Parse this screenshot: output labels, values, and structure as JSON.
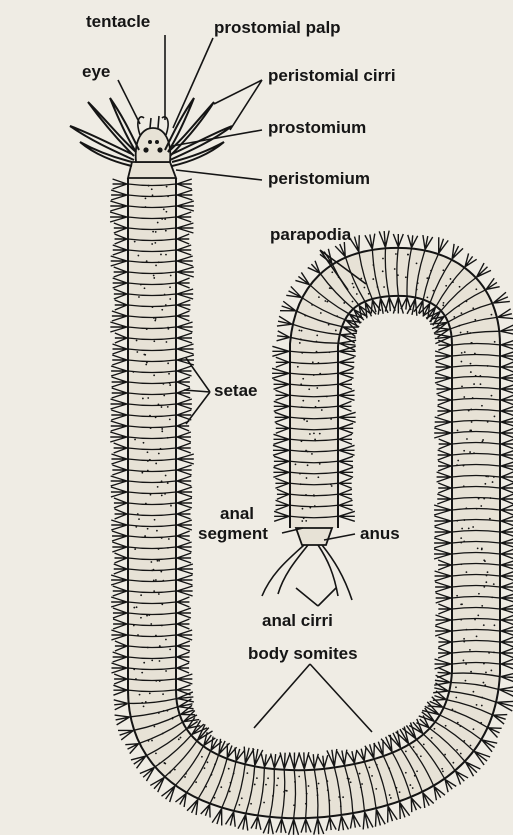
{
  "labels": {
    "tentacle": "tentacle",
    "prostomial_palp": "prostomial palp",
    "eye": "eye",
    "peristomial_cirri": "peristomial cirri",
    "prostomium": "prostomium",
    "peristomium": "peristomium",
    "parapodia": "parapodia",
    "setae": "setae",
    "anal_segment_line1": "anal",
    "anal_segment_line2": "segment",
    "anus": "anus",
    "anal_cirri": "anal cirri",
    "body_somites": "body somites"
  },
  "colors": {
    "paper": "#efece4",
    "body_fill": "#e7e2d6",
    "ink": "#151515"
  }
}
